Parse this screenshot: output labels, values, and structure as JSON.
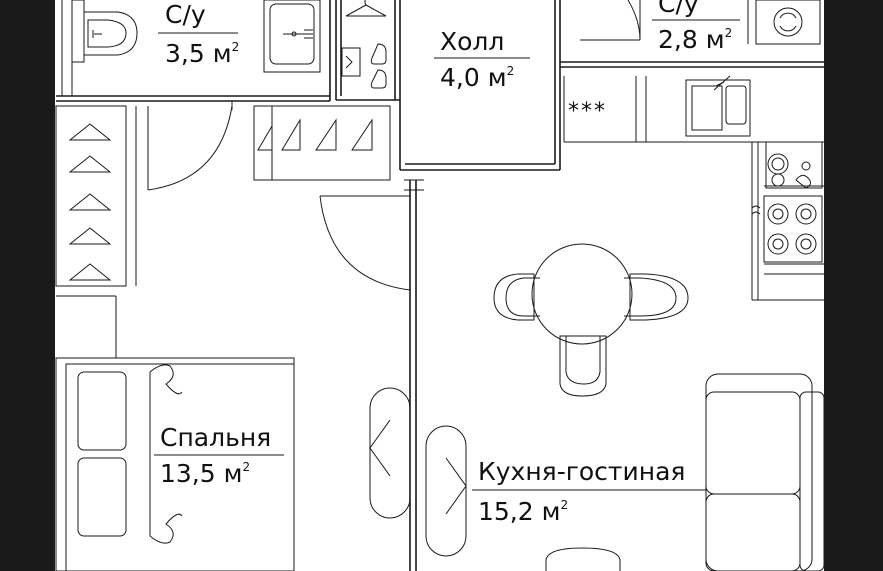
{
  "rooms": {
    "bath1": {
      "name": "С/у",
      "area": "3,5",
      "unit": "м",
      "sup": "2"
    },
    "hall": {
      "name": "Холл",
      "area": "4,0",
      "unit": "м",
      "sup": "2"
    },
    "bath2": {
      "name": "С/у",
      "area": "2,8",
      "unit": "м",
      "sup": "2"
    },
    "bedroom": {
      "name": "Спальня",
      "area": "13,5",
      "unit": "м",
      "sup": "2"
    },
    "kitchen": {
      "name": "Кухня-гостиная",
      "area": "15,2",
      "unit": "м",
      "sup": "2"
    }
  },
  "symbols": {
    "hob_marks": "***"
  },
  "colors": {
    "wall": "#1a1a1a",
    "background": "#ffffff"
  },
  "icons": [
    "toilet-icon",
    "sink-icon",
    "washing-machine-icon",
    "hanger-icon",
    "shoe-icon",
    "stove-icon",
    "bed-icon",
    "sofa-icon",
    "table-icon",
    "chair-icon",
    "door-icon"
  ]
}
